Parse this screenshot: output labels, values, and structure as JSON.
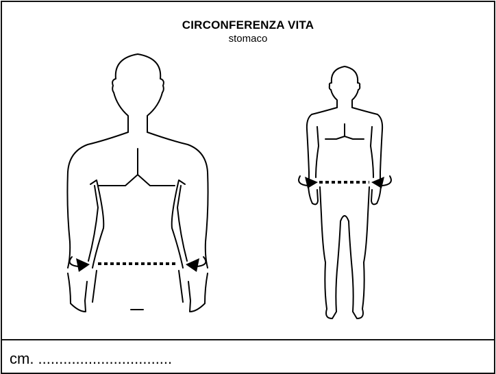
{
  "header": {
    "title": "CIRCONFERENZA VITA",
    "subtitle": "stomaco"
  },
  "footer": {
    "measure_label": "cm. ................................"
  },
  "colors": {
    "ink": "#000000",
    "background": "#ffffff"
  },
  "icons": {
    "upper_body_figure": "torso-back-view-icon",
    "full_body_figure": "full-body-back-view-icon",
    "measure_line": "dotted-measurement-line",
    "arrows": "curved-arrow-icon"
  }
}
